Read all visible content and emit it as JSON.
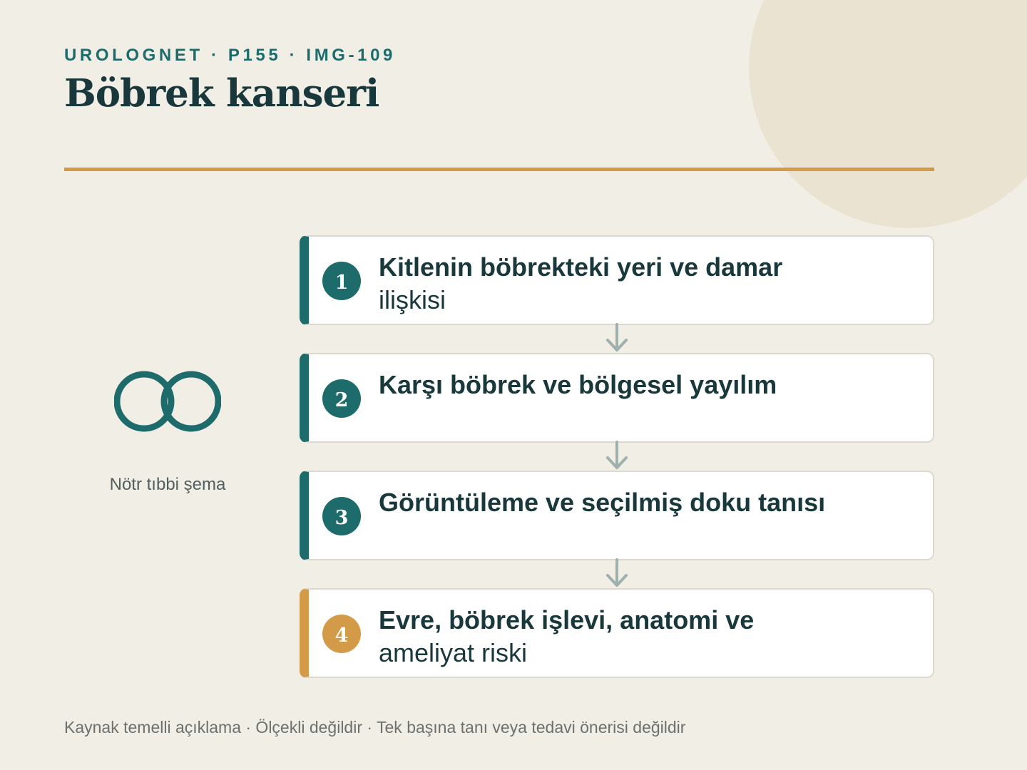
{
  "header": {
    "eyebrow": "UROLOGNET · P155 · IMG-109",
    "title": "Böbrek kanseri"
  },
  "illustration": {
    "icon": "interlocking-rings-icon",
    "caption": "Nötr tıbbi şema"
  },
  "steps": [
    {
      "number": "1",
      "head": "Kitlenin böbrekteki yeri ve damar",
      "tail": "ilişkisi"
    },
    {
      "number": "2",
      "head": "Karşı böbrek ve bölgesel yayılım",
      "tail": ""
    },
    {
      "number": "3",
      "head": "Görüntüleme ve seçilmiş doku tanısı",
      "tail": ""
    },
    {
      "number": "4",
      "head": "Evre, böbrek işlevi, anatomi ve",
      "tail": "ameliyat riski"
    }
  ],
  "footer": "Kaynak temelli açıklama · Ölçekli değildir · Tek başına tanı veya tedavi önerisi değildir",
  "colors": {
    "background": "#f1eee6",
    "teal": "#1e6b6c",
    "amber": "#d39a47",
    "ink": "#19383c",
    "arrow": "#9fb1ad"
  }
}
